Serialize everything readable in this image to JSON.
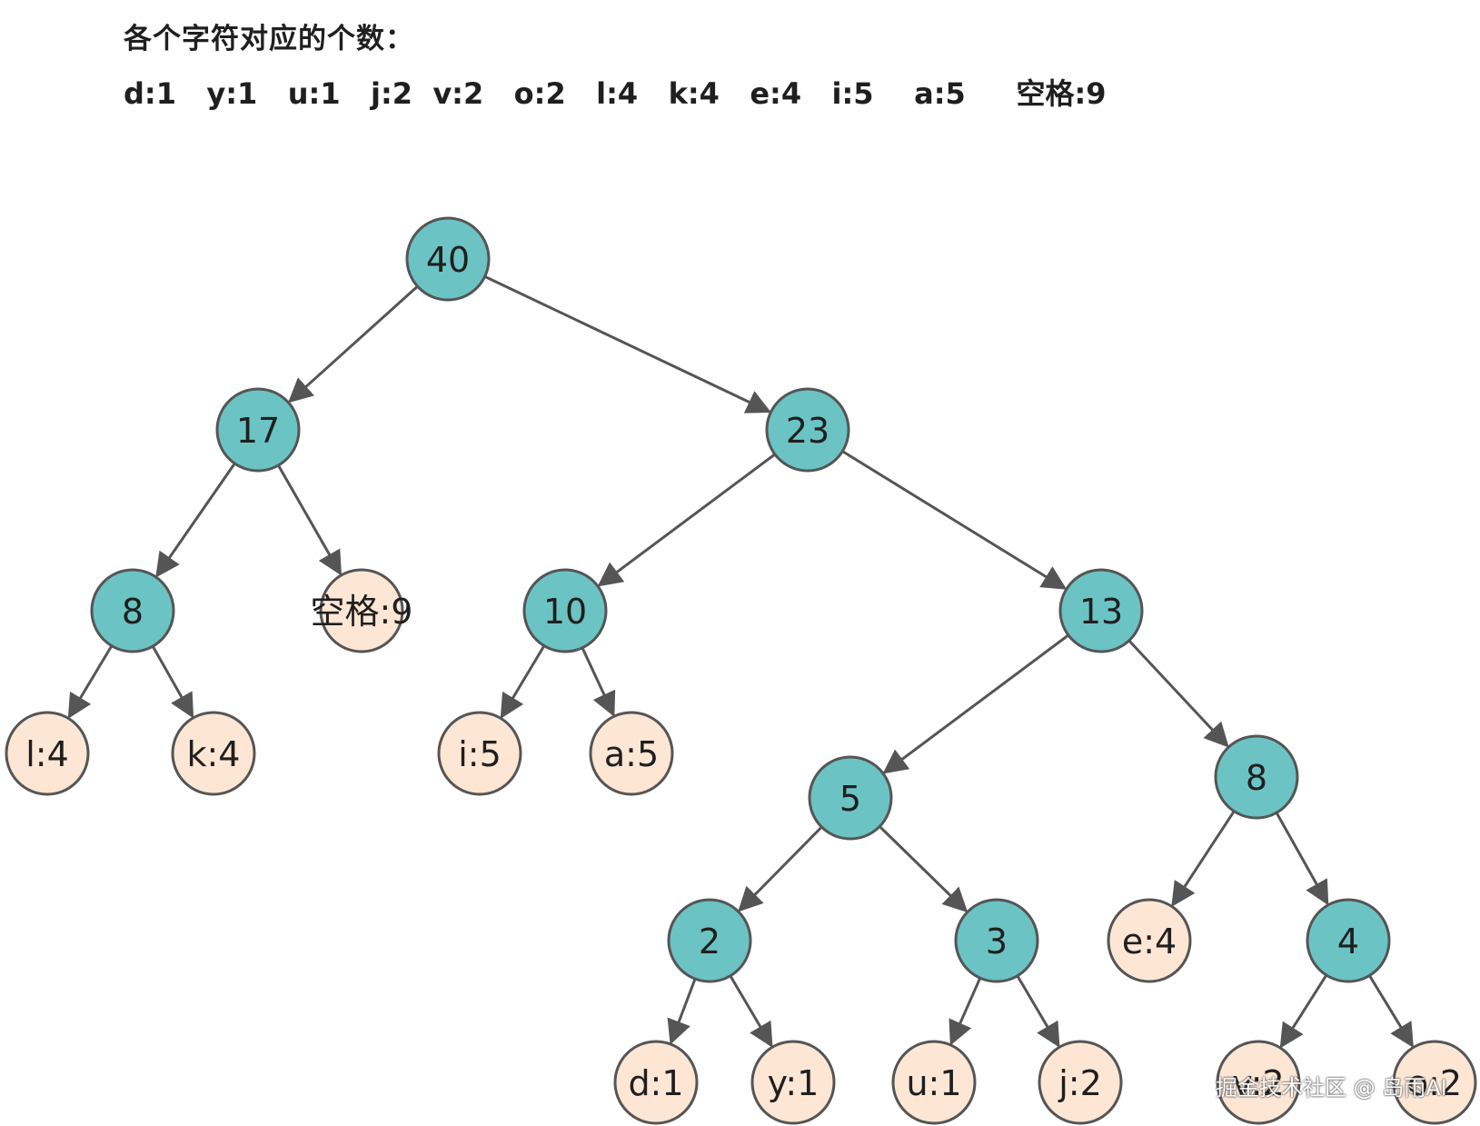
{
  "header": {
    "title": "各个字符对应的个数：",
    "counts": "d:1   y:1   u:1   j:2  v:2   o:2   l:4   k:4   e:4   i:5    a:5     空格:9"
  },
  "colors": {
    "internal_fill": "#6cc3c3",
    "leaf_fill": "#fde6d4",
    "stroke": "#555555",
    "edge": "#555555",
    "text": "#1f1f1f"
  },
  "tree": {
    "nodes": [
      {
        "id": "n40",
        "label": "40",
        "type": "internal"
      },
      {
        "id": "n17",
        "label": "17",
        "type": "internal"
      },
      {
        "id": "n23",
        "label": "23",
        "type": "internal"
      },
      {
        "id": "n8a",
        "label": "8",
        "type": "internal"
      },
      {
        "id": "space",
        "label": "空格:9",
        "type": "leaf"
      },
      {
        "id": "n10",
        "label": "10",
        "type": "internal"
      },
      {
        "id": "n13",
        "label": "13",
        "type": "internal"
      },
      {
        "id": "l4",
        "label": "l:4",
        "type": "leaf"
      },
      {
        "id": "k4",
        "label": "k:4",
        "type": "leaf"
      },
      {
        "id": "i5",
        "label": "i:5",
        "type": "leaf"
      },
      {
        "id": "a5",
        "label": "a:5",
        "type": "leaf"
      },
      {
        "id": "n5",
        "label": "5",
        "type": "internal"
      },
      {
        "id": "n8b",
        "label": "8",
        "type": "internal"
      },
      {
        "id": "n2",
        "label": "2",
        "type": "internal"
      },
      {
        "id": "n3",
        "label": "3",
        "type": "internal"
      },
      {
        "id": "e4",
        "label": "e:4",
        "type": "leaf"
      },
      {
        "id": "n4",
        "label": "4",
        "type": "internal"
      },
      {
        "id": "d1",
        "label": "d:1",
        "type": "leaf"
      },
      {
        "id": "y1",
        "label": "y:1",
        "type": "leaf"
      },
      {
        "id": "u1",
        "label": "u:1",
        "type": "leaf"
      },
      {
        "id": "j2",
        "label": "j:2",
        "type": "leaf"
      },
      {
        "id": "v2",
        "label": "v:2",
        "type": "leaf"
      },
      {
        "id": "o2",
        "label": "o:2",
        "type": "leaf"
      }
    ],
    "edges": [
      [
        "n40",
        "n17"
      ],
      [
        "n40",
        "n23"
      ],
      [
        "n17",
        "n8a"
      ],
      [
        "n17",
        "space"
      ],
      [
        "n23",
        "n10"
      ],
      [
        "n23",
        "n13"
      ],
      [
        "n8a",
        "l4"
      ],
      [
        "n8a",
        "k4"
      ],
      [
        "n10",
        "i5"
      ],
      [
        "n10",
        "a5"
      ],
      [
        "n13",
        "n5"
      ],
      [
        "n13",
        "n8b"
      ],
      [
        "n5",
        "n2"
      ],
      [
        "n5",
        "n3"
      ],
      [
        "n8b",
        "e4"
      ],
      [
        "n8b",
        "n4"
      ],
      [
        "n2",
        "d1"
      ],
      [
        "n2",
        "y1"
      ],
      [
        "n3",
        "u1"
      ],
      [
        "n3",
        "j2"
      ],
      [
        "n4",
        "v2"
      ],
      [
        "n4",
        "o2"
      ]
    ]
  },
  "watermark": "掘金技术社区 @ 岛雨AI"
}
